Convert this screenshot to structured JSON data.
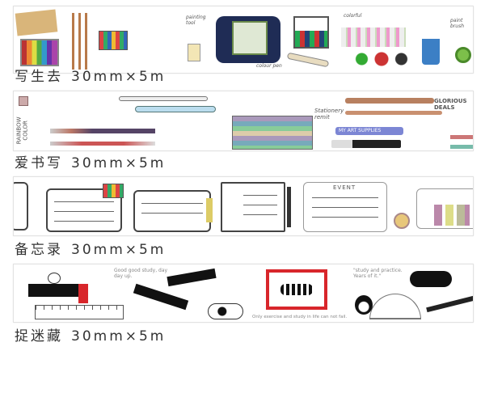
{
  "tapes": [
    {
      "name": "写生去",
      "size": "30mm×5m",
      "texts": {
        "a": "painting tool",
        "b": "colour pen",
        "c": "colorful",
        "d": "paint brush"
      }
    },
    {
      "name": "爱书写",
      "size": "30mm×5m",
      "texts": {
        "a": "RAINBOW COLOR",
        "b": "Stationery remit",
        "c": "MY ART SUPPLIES",
        "d": "GLORIOUS DEALS"
      }
    },
    {
      "name": "备忘录",
      "size": "30mm×5m",
      "texts": {
        "a": "EVENT"
      }
    },
    {
      "name": "捉迷藏",
      "size": "30mm×5m",
      "texts": {
        "a": "Good good study, day day up.",
        "b": "Only exercise and study in life can not fail.",
        "c": "\"study and practice. Years of it.\""
      }
    }
  ],
  "colors": {
    "red": "#d8262b",
    "navy": "#1f2c55",
    "kraft": "#d9b57a"
  }
}
